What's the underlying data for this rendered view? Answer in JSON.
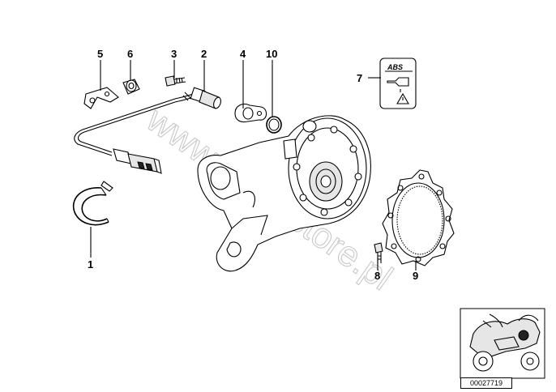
{
  "diagram": {
    "part_numbers": [
      "1",
      "2",
      "3",
      "4",
      "5",
      "6",
      "7",
      "8",
      "9",
      "10"
    ],
    "label_abs": "ABS",
    "watermark": "www.BMWstore.pl",
    "diagram_id": "00027719"
  }
}
